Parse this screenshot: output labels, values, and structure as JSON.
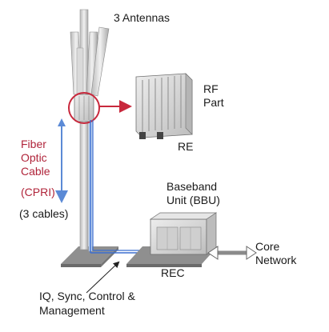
{
  "labels": {
    "antennas": "3 Antennas",
    "rf_part_line1": "RF",
    "rf_part_line2": "Part",
    "re": "RE",
    "fiber_line1": "Fiber",
    "fiber_line2": "Optic",
    "fiber_line3": "Cable",
    "cpri": "(CPRI)",
    "three_cables": "(3 cables)",
    "bbu_line1": "Baseband",
    "bbu_line2": "Unit (BBU)",
    "core_line1": "Core",
    "core_line2": "Network",
    "rec": "REC",
    "iq_line1": "IQ, Sync, Control &",
    "iq_line2": "Management"
  },
  "colors": {
    "fiber_label": "#b0243a",
    "highlight_circle": "#c8283c",
    "fiber_arrow": "#5b8ad6",
    "cable": "#3b6fd1",
    "tower": "#c9c9c9",
    "equipment": "#d7d7d7"
  }
}
